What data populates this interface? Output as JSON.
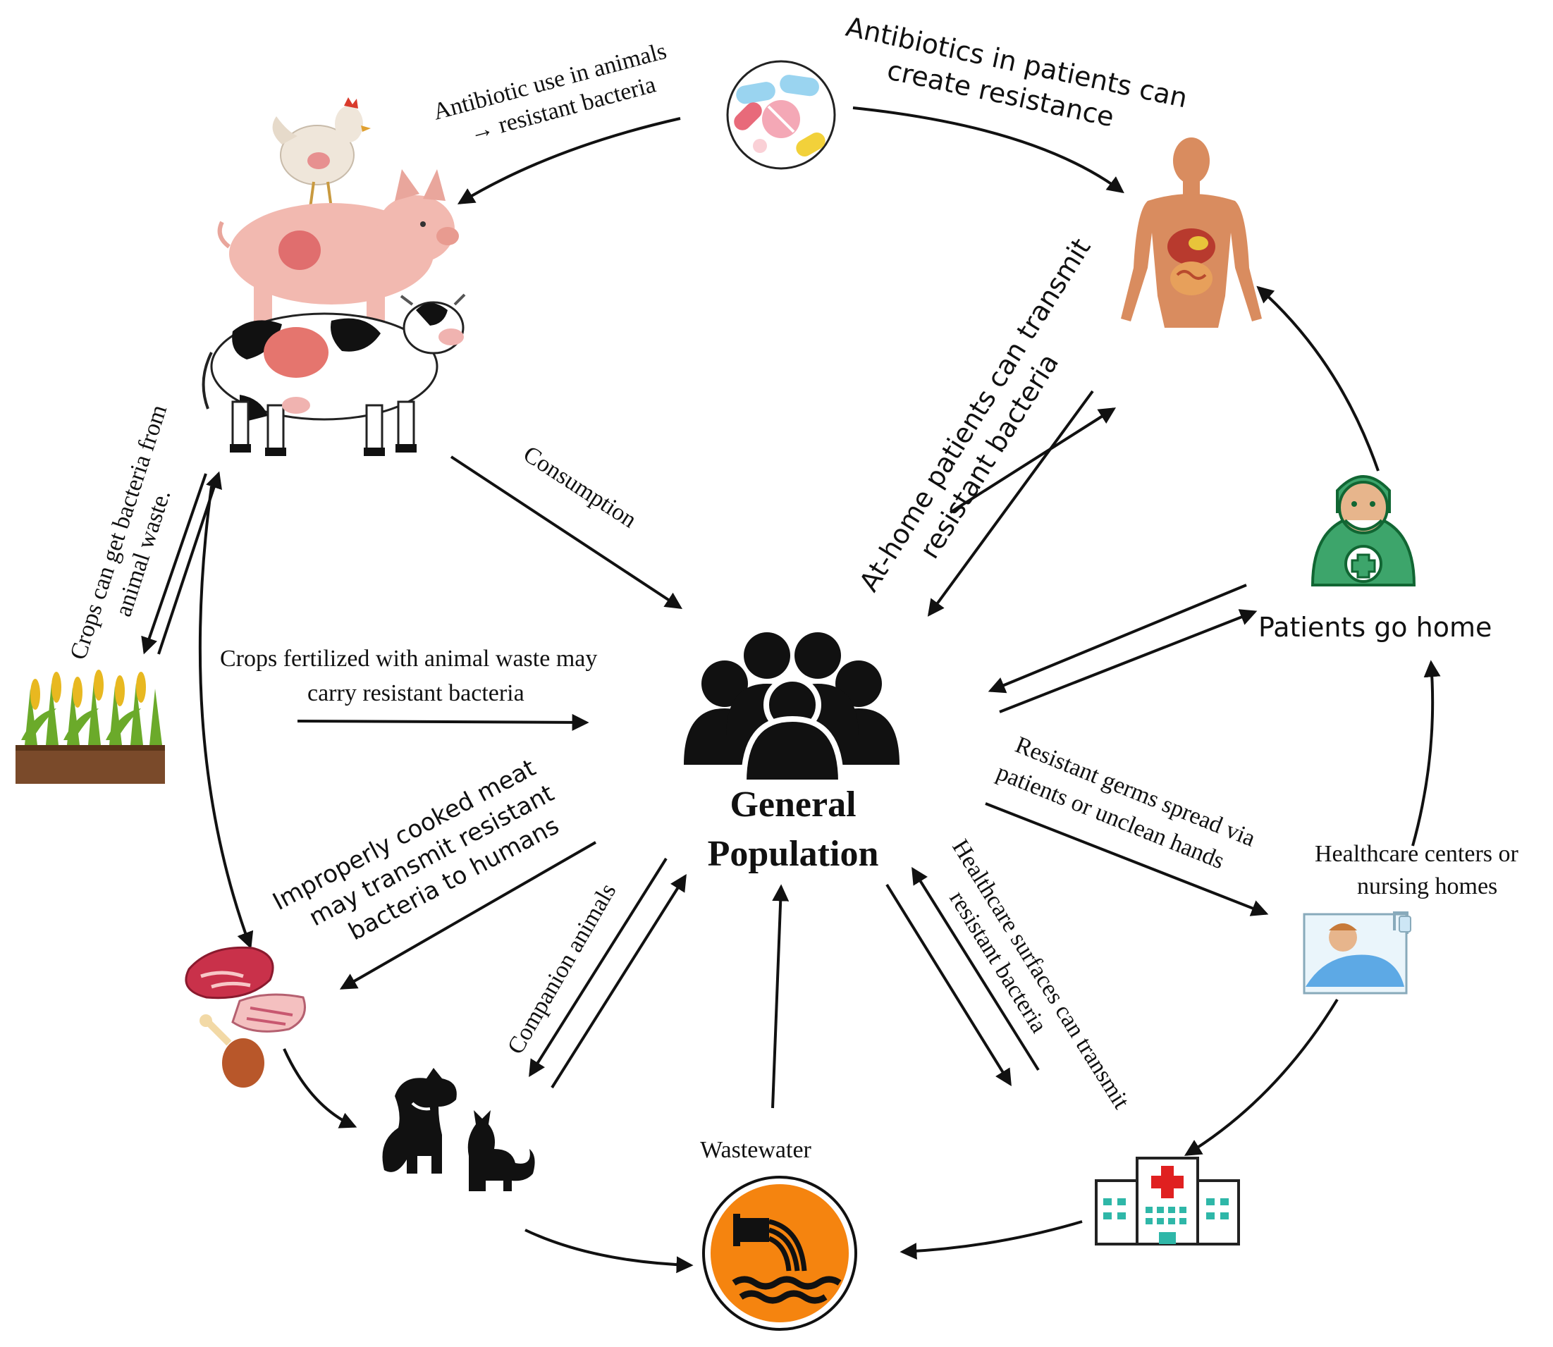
{
  "center": {
    "line1": "General",
    "line2": "Population"
  },
  "nodes": {
    "patients_go_home": "Patients go home",
    "healthcare_centers_line1": "Healthcare centers or",
    "healthcare_centers_line2": "nursing homes",
    "wastewater": "Wastewater"
  },
  "edges": {
    "antibiotic_animals_line1": "Antibiotic use in animals",
    "antibiotic_animals_line2": "→ resistant bacteria",
    "antibiotics_patients_line1": "Antibiotics in patients can",
    "antibiotics_patients_line2": "create resistance",
    "consumption": "Consumption",
    "athome_line1": "At-home patients can transmit",
    "athome_line2": "resistant bacteria",
    "crops_get_line1": "Crops can get bacteria from",
    "crops_get_line2": "animal waste.",
    "crops_fertilized_line1": "Crops fertilized with animal waste may",
    "crops_fertilized_line2": "carry resistant bacteria",
    "meat_line1": "Improperly cooked meat",
    "meat_line2": "may transmit resistant",
    "meat_line3": "bacteria to humans",
    "companion": "Companion animals",
    "germs_line1": "Resistant germs spread via",
    "germs_line2": "patients or unclean hands",
    "surfaces_line1": "Healthcare surfaces can transmit",
    "surfaces_line2": "resistant bacteria"
  },
  "icons": {
    "pills": "pills-icon",
    "human_body": "human-body-organs-icon",
    "livestock": "livestock-icon",
    "doctor": "doctor-icon",
    "crops": "corn-crop-icon",
    "people": "people-group-icon",
    "meat": "meat-icon",
    "pets": "dog-cat-icon",
    "wastewater": "wastewater-pipe-icon",
    "hospital": "hospital-building-icon",
    "patient_bed": "patient-bed-icon"
  },
  "colors": {
    "wastewater_orange": "#F5840F",
    "body_skin": "#D98C5F",
    "doctor_green": "#3DA56B",
    "hospital_red": "#E02020",
    "soil": "#7A4A2A",
    "corn_green": "#6BAA2A",
    "corn_yellow": "#E8B820"
  }
}
